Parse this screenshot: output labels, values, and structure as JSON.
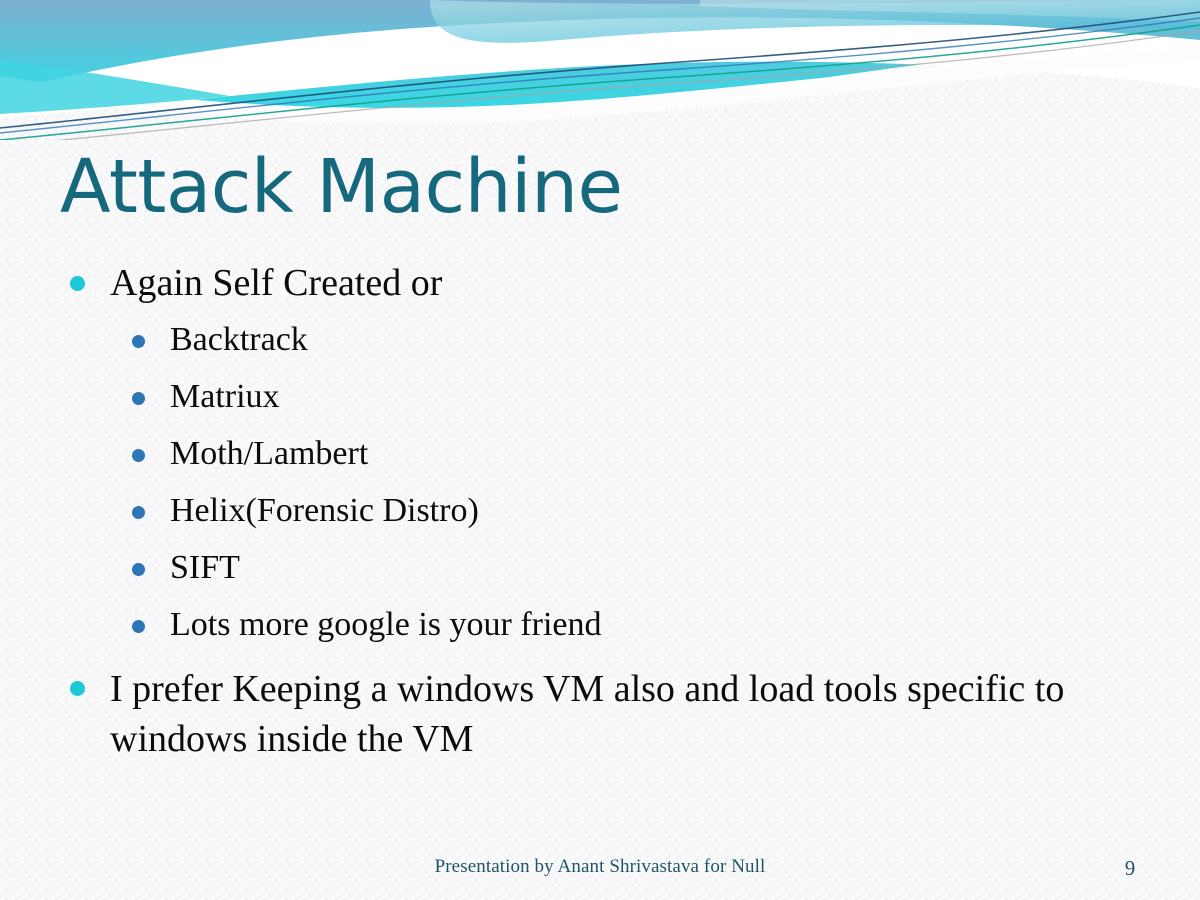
{
  "slide": {
    "title": "Attack Machine",
    "page_number": "9",
    "footer": "Presentation by Anant Shrivastava for Null",
    "colors": {
      "title": "#16687D",
      "level1_bullet": "#1DC8D8",
      "level2_bullet": "#2E75B6",
      "body_text": "#0C0C0C",
      "footer_text": "#1F5466",
      "background": "#FBFBFC",
      "header_wave_light": "#9CD9E8",
      "header_wave_mid": "#5FC6DC",
      "header_wave_cyan": "#35D2DF",
      "header_wave_steel": "#7FAFD0",
      "accent_line_navy": "#1F4E79",
      "accent_line_teal": "#12A08A",
      "accent_line_gray": "#A6A6A6"
    },
    "content": [
      {
        "level": 1,
        "text": "Again Self Created or",
        "children": [
          {
            "level": 2,
            "text": "Backtrack"
          },
          {
            "level": 2,
            "text": "Matriux"
          },
          {
            "level": 2,
            "text": "Moth/Lambert"
          },
          {
            "level": 2,
            "text": "Helix(Forensic Distro)"
          },
          {
            "level": 2,
            "text": "SIFT"
          },
          {
            "level": 2,
            "text": "Lots more google is your friend"
          }
        ]
      },
      {
        "level": 1,
        "text": "I prefer Keeping a windows VM also and load tools specific to windows inside the VM",
        "children": []
      }
    ]
  }
}
